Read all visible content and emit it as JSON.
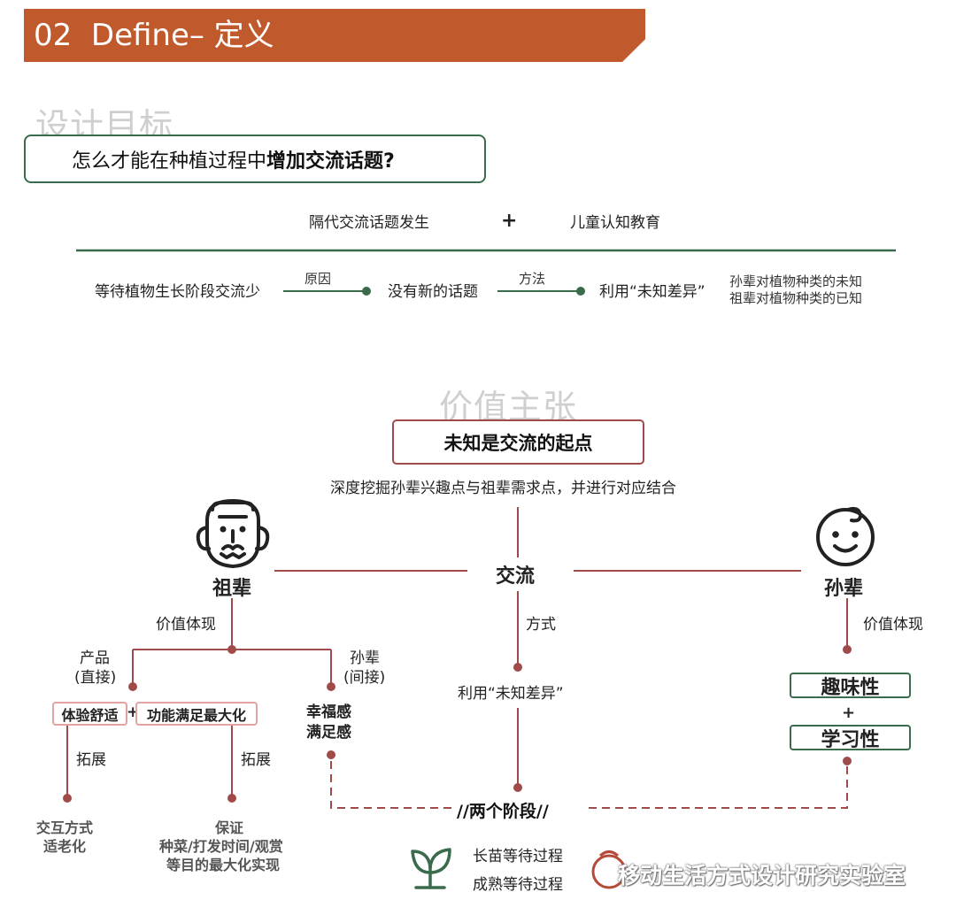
{
  "header": {
    "section_number": "02",
    "title": "Define– 定义"
  },
  "design_goal": {
    "ghost_heading": "设计目标",
    "question_normal": "怎么才能在种植过程中",
    "question_bold": "增加交流话题?"
  },
  "goal_sources": {
    "left": "隔代交流话题发生",
    "plus": "+",
    "right": "儿童认知教育"
  },
  "analysis_flow": {
    "problem": "等待植物生长阶段交流少",
    "reason_label": "原因",
    "cause": "没有新的话题",
    "method_label": "方法",
    "solution": "利用“未知差异”",
    "note_line1": "孙辈对植物种类的未知",
    "note_line2": "祖辈对植物种类的已知"
  },
  "value_proposition": {
    "ghost_heading": "价值主张",
    "main": "未知是交流的起点",
    "subtitle": "深度挖掘孙辈兴趣点与祖辈需求点，并进行对应结合"
  },
  "center": {
    "label": "交流",
    "way_label": "方式",
    "way_value": "利用“未知差异”",
    "stages_title": "//两个阶段//",
    "stage_items": [
      "长苗等待过程",
      "成熟等待过程"
    ]
  },
  "grandparent": {
    "label": "祖辈",
    "value_label": "价值体现",
    "product_label_1": "产品",
    "product_label_2": "(直接)",
    "pill_left": "体验舒适",
    "plus": "+",
    "pill_right": "功能满足最大化",
    "indirect_label_1": "孙辈",
    "indirect_label_2": "(间接)",
    "indirect_value_1": "幸福感",
    "indirect_value_2": "满足感",
    "extend_label": "拓展",
    "leaf_left_1": "交互方式",
    "leaf_left_2": "适老化",
    "leaf_right_1": "保证",
    "leaf_right_2": "种菜/打发时间/观赏",
    "leaf_right_3": "等目的最大化实现"
  },
  "grandchild": {
    "label": "孙辈",
    "value_label": "价值体现",
    "pill_top": "趣味性",
    "plus": "+",
    "pill_bottom": "学习性"
  },
  "watermark": "移动生活方式设计研究实验室",
  "colors": {
    "header_bg": "#c0592c",
    "green": "#3a6b4c",
    "dark_red": "#a04a4a",
    "pink_border": "#e2a3a3"
  }
}
